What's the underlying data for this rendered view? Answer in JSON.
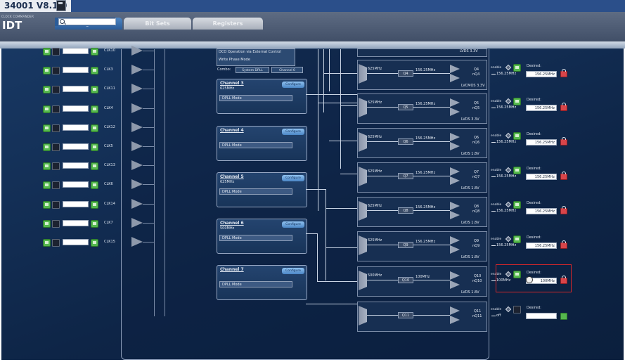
{
  "app": {
    "title": "34001 V8.1.0",
    "brand": "IDT",
    "brand_sub": "CLOCK COMMANDER"
  },
  "tabs": [
    {
      "label": "Diagram",
      "active": true
    },
    {
      "label": "Bit Sets",
      "active": false
    },
    {
      "label": "Registers",
      "active": false
    }
  ],
  "search": {
    "placeholder": ""
  },
  "clocks": [
    {
      "label": "CLK10"
    },
    {
      "label": "CLK3"
    },
    {
      "label": "CLK11"
    },
    {
      "label": "CLK4"
    },
    {
      "label": "CLK12"
    },
    {
      "label": "CLK5"
    },
    {
      "label": "CLK13"
    },
    {
      "label": "CLK6"
    },
    {
      "label": "CLK14"
    },
    {
      "label": "CLK7"
    },
    {
      "label": "CLK15"
    }
  ],
  "top_block": {
    "row1": "DCO Operation via External Control",
    "row2": "Write Phase Mode",
    "combo_label": "Combo:",
    "combo_options": [
      "System DPLL",
      "Channel 0"
    ]
  },
  "channels": [
    {
      "title": "Channel 3",
      "freq": "625MHz",
      "mode": "DPLL Mode",
      "config": "Configure"
    },
    {
      "title": "Channel 4",
      "freq": "",
      "mode": "DPLL Mode",
      "config": "Configure"
    },
    {
      "title": "Channel 5",
      "freq": "625MHz",
      "mode": "DPLL Mode",
      "config": "Configure"
    },
    {
      "title": "Channel 6",
      "freq": "500MHz",
      "mode": "DPLL Mode",
      "config": "Configure"
    },
    {
      "title": "Channel 7",
      "freq": "",
      "mode": "DPLL Mode",
      "config": "Configure"
    }
  ],
  "top_output_std": "LVDS 3.3V",
  "outputs": [
    {
      "in_freq": "625MHz",
      "div": "Q4",
      "out_freq": "156.25MHz",
      "q": "Q4",
      "nq": "nQ4",
      "std": "LVCMOS 3.3V",
      "enable": "enable",
      "freq": "156.25MHz",
      "desired_label": "Desired:",
      "desired": "156.25MHz"
    },
    {
      "in_freq": "625MHz",
      "div": "Q5",
      "out_freq": "156.25MHz",
      "q": "Q5",
      "nq": "nQ5",
      "std": "LVDS 3.3V",
      "enable": "enable",
      "freq": "156.25MHz",
      "desired_label": "Desired:",
      "desired": "156.25MHz"
    },
    {
      "in_freq": "625MHz",
      "div": "Q6",
      "out_freq": "156.25MHz",
      "q": "Q6",
      "nq": "nQ6",
      "std": "LVDS 1.8V",
      "enable": "enable",
      "freq": "156.25MHz",
      "desired_label": "Desired:",
      "desired": "156.25MHz"
    },
    {
      "in_freq": "625MHz",
      "div": "Q7",
      "out_freq": "156.25MHz",
      "q": "Q7",
      "nq": "nQ7",
      "std": "LVDS 1.8V",
      "enable": "enable",
      "freq": "156.25MHz",
      "desired_label": "Desired:",
      "desired": "156.25MHz"
    },
    {
      "in_freq": "625MHz",
      "div": "Q8",
      "out_freq": "156.25MHz",
      "q": "Q8",
      "nq": "nQ8",
      "std": "LVDS 1.8V",
      "enable": "enable",
      "freq": "156.25MHz",
      "desired_label": "Desired:",
      "desired": "156.25MHz"
    },
    {
      "in_freq": "625MHz",
      "div": "Q9",
      "out_freq": "156.25MHz",
      "q": "Q9",
      "nq": "nQ9",
      "std": "LVDS 1.8V",
      "enable": "enable",
      "freq": "156.25MHz",
      "desired_label": "Desired:",
      "desired": "156.25MHz"
    },
    {
      "in_freq": "500MHz",
      "div": "Q10",
      "out_freq": "100MHz",
      "q": "Q10",
      "nq": "nQ10",
      "std": "LVDS 1.8V",
      "enable": "enable",
      "freq": "100MHz",
      "desired_label": "Desired:",
      "desired": "100MHz"
    },
    {
      "in_freq": "",
      "div": "Q11",
      "out_freq": "",
      "q": "Q11",
      "nq": "nQ11",
      "std": "",
      "enable": "enable",
      "freq": "off",
      "desired_label": "Desired:",
      "desired": ""
    }
  ],
  "colors": {
    "accent": "#2c5c98",
    "canvas": "#112a50",
    "enable_green": "#55b84e",
    "lock_red": "#d8454a",
    "highlight": "#d1262b"
  }
}
